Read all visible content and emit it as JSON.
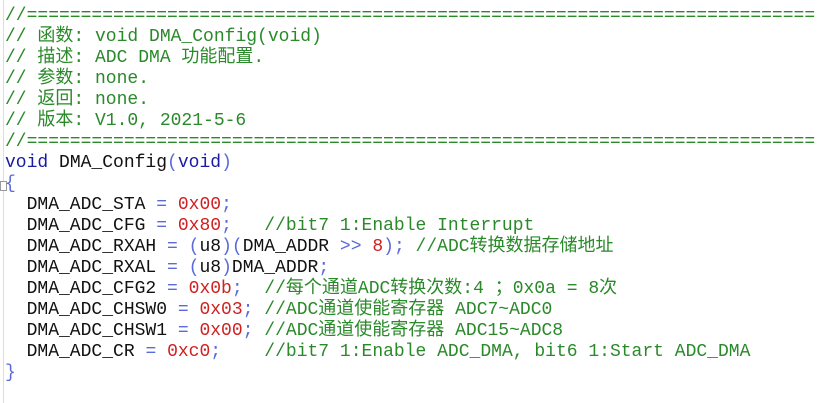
{
  "colors": {
    "comment": "#2a8a2a",
    "number": "#d02020",
    "operator": "#5a6ad8",
    "keyword": "#1a1aa6",
    "text": "#111111"
  },
  "lines": [
    [
      [
        "//=========================================================================",
        "comment"
      ]
    ],
    [
      [
        "// 函数: void DMA_Config(void)",
        "comment"
      ]
    ],
    [
      [
        "// 描述: ADC DMA 功能配置.",
        "comment"
      ]
    ],
    [
      [
        "// 参数: none.",
        "comment"
      ]
    ],
    [
      [
        "// 返回: none.",
        "comment"
      ]
    ],
    [
      [
        "// 版本: V1.0, 2021-5-6",
        "comment"
      ]
    ],
    [
      [
        "//=========================================================================",
        "comment"
      ]
    ],
    [
      [
        "void",
        "kw"
      ],
      [
        " DMA_Config",
        "ident"
      ],
      [
        "(",
        "op"
      ],
      [
        "void",
        "kw"
      ],
      [
        ")",
        "op"
      ]
    ],
    [
      [
        "{",
        "brace"
      ]
    ],
    [
      [
        "  DMA_ADC_STA ",
        "ident"
      ],
      [
        "=",
        "op"
      ],
      [
        " ",
        "ident"
      ],
      [
        "0x00",
        "number"
      ],
      [
        ";",
        "op"
      ]
    ],
    [
      [
        "  DMA_ADC_CFG ",
        "ident"
      ],
      [
        "=",
        "op"
      ],
      [
        " ",
        "ident"
      ],
      [
        "0x80",
        "number"
      ],
      [
        ";",
        "op"
      ],
      [
        "   //bit7 1:Enable Interrupt",
        "comment"
      ]
    ],
    [
      [
        "  DMA_ADC_RXAH ",
        "ident"
      ],
      [
        "=",
        "op"
      ],
      [
        " ",
        "ident"
      ],
      [
        "(",
        "op"
      ],
      [
        "u8",
        "ident"
      ],
      [
        ")(",
        "op"
      ],
      [
        "DMA_ADDR ",
        "ident"
      ],
      [
        ">>",
        "op"
      ],
      [
        " ",
        "ident"
      ],
      [
        "8",
        "number"
      ],
      [
        ");",
        "op"
      ],
      [
        " //ADC转换数据存储地址",
        "comment"
      ]
    ],
    [
      [
        "  DMA_ADC_RXAL ",
        "ident"
      ],
      [
        "=",
        "op"
      ],
      [
        " ",
        "ident"
      ],
      [
        "(",
        "op"
      ],
      [
        "u8",
        "ident"
      ],
      [
        ")",
        "op"
      ],
      [
        "DMA_ADDR",
        "ident"
      ],
      [
        ";",
        "op"
      ]
    ],
    [
      [
        "  DMA_ADC_CFG2 ",
        "ident"
      ],
      [
        "=",
        "op"
      ],
      [
        " ",
        "ident"
      ],
      [
        "0x0b",
        "number"
      ],
      [
        ";",
        "op"
      ],
      [
        "  //每个通道ADC转换次数:4 ；0x0a = 8次",
        "comment"
      ]
    ],
    [
      [
        "  DMA_ADC_CHSW0 ",
        "ident"
      ],
      [
        "=",
        "op"
      ],
      [
        " ",
        "ident"
      ],
      [
        "0x03",
        "number"
      ],
      [
        ";",
        "op"
      ],
      [
        " //ADC通道使能寄存器 ADC7~ADC0",
        "comment"
      ]
    ],
    [
      [
        "  DMA_ADC_CHSW1 ",
        "ident"
      ],
      [
        "=",
        "op"
      ],
      [
        " ",
        "ident"
      ],
      [
        "0x00",
        "number"
      ],
      [
        ";",
        "op"
      ],
      [
        " //ADC通道使能寄存器 ADC15~ADC8",
        "comment"
      ]
    ],
    [
      [
        "  DMA_ADC_CR ",
        "ident"
      ],
      [
        "=",
        "op"
      ],
      [
        " ",
        "ident"
      ],
      [
        "0xc0",
        "number"
      ],
      [
        ";",
        "op"
      ],
      [
        "    //bit7 1:Enable ADC_DMA, bit6 1:Start ADC_DMA",
        "comment"
      ]
    ],
    [
      [
        "}",
        "brace"
      ]
    ]
  ]
}
